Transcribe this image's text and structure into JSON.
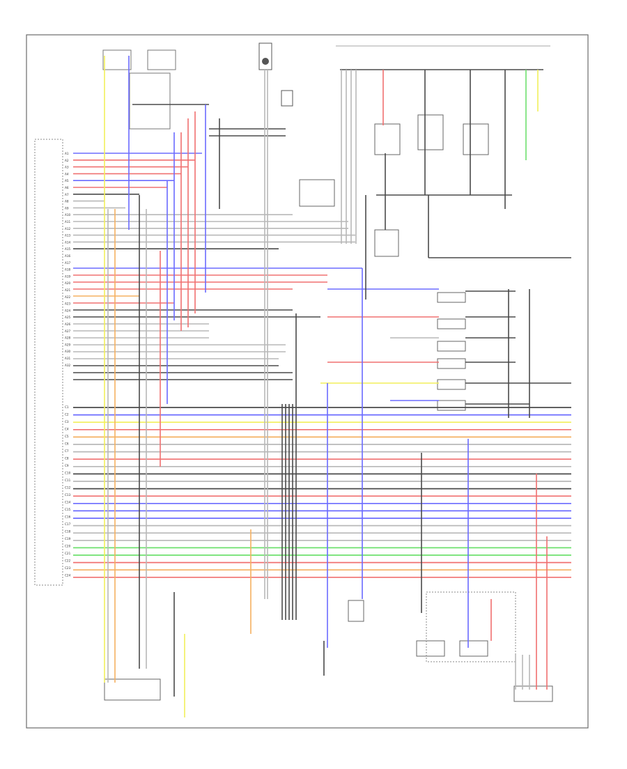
{
  "diagram": {
    "figure_code": "",
    "colors": {
      "frame": "#6b6b6b",
      "wire_black": "#4a4a4a",
      "wire_red": "#f07070",
      "wire_blue": "#6b6bff",
      "wire_yellow": "#f2ef5a",
      "wire_green": "#6ee06e",
      "wire_orange": "#f5b060",
      "wire_gray": "#b8b8b8"
    },
    "ecm_pins": [
      "A1",
      "A2",
      "A3",
      "A4",
      "A5",
      "A6",
      "A7",
      "A8",
      "A9",
      "A10",
      "A11",
      "A12",
      "A13",
      "A14",
      "A15",
      "A16",
      "A17",
      "A18",
      "A19",
      "A20",
      "A21",
      "A22",
      "A23",
      "A24",
      "A25",
      "A26",
      "A27",
      "A28",
      "A29",
      "A30",
      "A31",
      "A32"
    ],
    "ecm_pins_c": [
      "C1",
      "C2",
      "C3",
      "C4",
      "C5",
      "C6",
      "C7",
      "C8",
      "C9",
      "C10",
      "C11",
      "C12",
      "C13",
      "C14",
      "C15",
      "C16",
      "C17",
      "C18",
      "C19",
      "C20",
      "C21",
      "C22",
      "C23",
      "C24"
    ]
  }
}
